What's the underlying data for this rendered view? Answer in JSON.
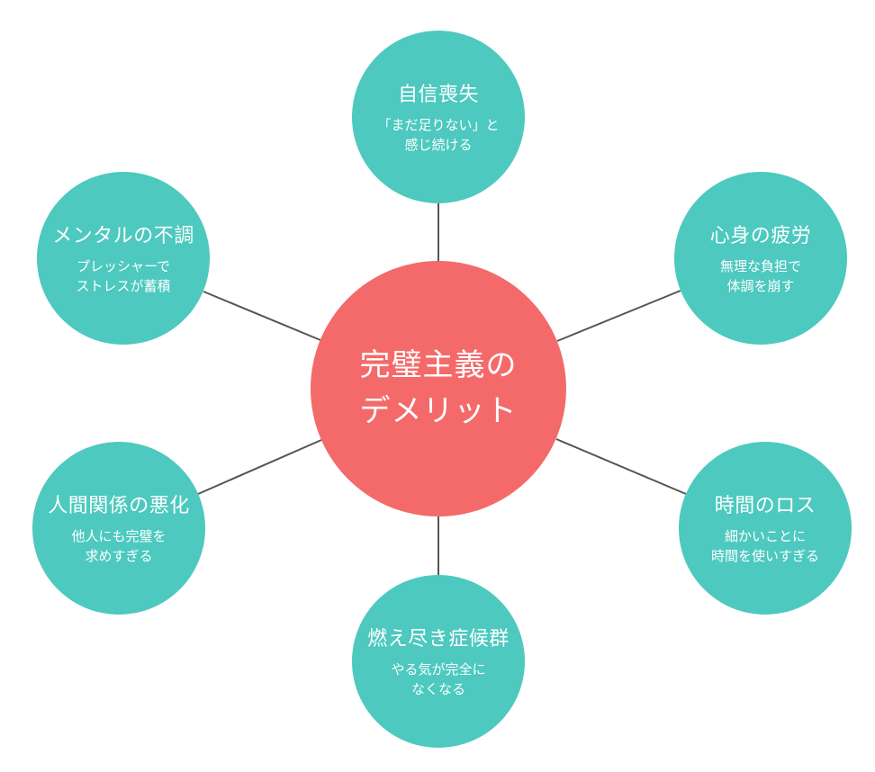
{
  "diagram": {
    "center": {
      "title_lines": [
        "完璧主義の",
        "デメリット"
      ]
    },
    "nodes": [
      {
        "position": "top",
        "title": "自信喪失",
        "desc_lines": [
          "「まだ足りない」と",
          "感じ続ける"
        ]
      },
      {
        "position": "top-right",
        "title": "心身の疲労",
        "desc_lines": [
          "無理な負担で",
          "体調を崩す"
        ]
      },
      {
        "position": "bottom-right",
        "title": "時間のロス",
        "desc_lines": [
          "細かいことに",
          "時間を使いすぎる"
        ]
      },
      {
        "position": "bottom",
        "title": "燃え尽き症候群",
        "desc_lines": [
          "やる気が完全に",
          "なくなる"
        ]
      },
      {
        "position": "bottom-left",
        "title": "人間関係の悪化",
        "desc_lines": [
          "他人にも完璧を",
          "求めすぎる"
        ]
      },
      {
        "position": "top-left",
        "title": "メンタルの不調",
        "desc_lines": [
          "プレッシャーで",
          "ストレスが蓄積"
        ]
      }
    ],
    "colors": {
      "center": "#f46a6a",
      "node": "#4dc9bf",
      "line": "#555555",
      "text": "#ffffff"
    }
  }
}
